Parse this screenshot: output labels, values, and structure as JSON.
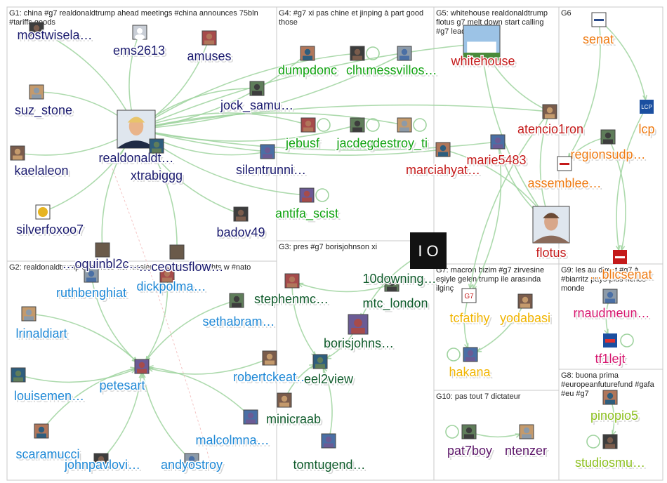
{
  "colors": {
    "G1": "#1a1a6e",
    "G2": "#1e88d6",
    "G3": "#0e5a2a",
    "G4": "#12a312",
    "G5": "#c41a1a",
    "G6": "#ee7a12",
    "G7": "#f0b400",
    "G8": "#8cbf1e",
    "G9": "#d6166e",
    "G10": "#5b1468",
    "edge": "#9fd39f",
    "frame": "#c9c9c9"
  },
  "groups": [
    {
      "id": "G1",
      "title_lines": [
        "G1: china #g7 realdonaldtrump ahead meetings #china announces 75bln",
        "#tariffs goods"
      ]
    },
    {
      "id": "G2",
      "title_lines": [
        "G2: realdonaldtrump continues act russian asset picking fights w #nato"
      ]
    },
    {
      "id": "G3",
      "title_lines": [
        "G3: pres #g7 borisjohnson xi"
      ]
    },
    {
      "id": "G4",
      "title_lines": [
        "G4: #g7 xi pas chine et jinping à part good",
        "those"
      ]
    },
    {
      "id": "G5",
      "title_lines": [
        "G5: whitehouse realdonaldtrump",
        "flotus g7 melt down start calling",
        "#g7 leaders"
      ]
    },
    {
      "id": "G6",
      "title_lines": [
        "G6"
      ]
    },
    {
      "id": "G7",
      "title_lines": [
        "G7: macron bizim #g7 zirvesine",
        "eşiyle gelen trump ile arasında",
        "ilginç"
      ]
    },
    {
      "id": "G8",
      "title_lines": [
        "G8: buona prima",
        "#europeanfuturefund #gafa",
        "#eu #g7"
      ]
    },
    {
      "id": "G9",
      "title_lines": [
        "G9: les au direct #g7 à",
        "#biarritz pays plus riches",
        "monde"
      ]
    },
    {
      "id": "G10",
      "title_lines": [
        "G10: pas tout 7 dictateur"
      ]
    }
  ],
  "nodes": [
    {
      "id": "mostwisela",
      "label": "mostwisela…",
      "group": "G1",
      "icon": "avatar-photo-icon"
    },
    {
      "id": "ems2613",
      "label": "ems2613",
      "group": "G1",
      "icon": "avatar-default-icon"
    },
    {
      "id": "amuses",
      "label": "amuses",
      "group": "G1",
      "icon": "avatar-photo-icon"
    },
    {
      "id": "jock_samu",
      "label": "jock_samu…",
      "group": "G1",
      "icon": "avatar-photo-icon"
    },
    {
      "id": "suz_stone",
      "label": "suz_stone",
      "group": "G1",
      "icon": "avatar-photo-icon"
    },
    {
      "id": "realdonaldt",
      "label": "realdonaldt…",
      "group": "G1",
      "icon": "trump-portrait-icon"
    },
    {
      "id": "xtrabiggg",
      "label": "xtrabiggg",
      "group": "G1",
      "icon": "avatar-photo-icon"
    },
    {
      "id": "kaelaleon",
      "label": "kaelaleon",
      "group": "G1",
      "icon": "avatar-photo-icon"
    },
    {
      "id": "silentrunni",
      "label": "silentrunni…",
      "group": "G1",
      "icon": "avatar-photo-icon"
    },
    {
      "id": "silverfoxoo7",
      "label": "silverfoxoo7",
      "group": "G1",
      "icon": "avatar-badge-icon"
    },
    {
      "id": "badov49",
      "label": "badov49",
      "group": "G1",
      "icon": "avatar-photo-icon"
    },
    {
      "id": "ruthbenghiat",
      "label": "ruthbenghiat",
      "group": "G2",
      "icon": "avatar-photo-icon"
    },
    {
      "id": "dickpolma",
      "label": "dickpolma…",
      "group": "G2",
      "icon": "avatar-photo-icon"
    },
    {
      "id": "sethabram",
      "label": "sethabram…",
      "group": "G2",
      "icon": "avatar-photo-icon"
    },
    {
      "id": "lrinaldiart",
      "label": "lrinaldiart",
      "group": "G2",
      "icon": "avatar-photo-icon"
    },
    {
      "id": "petesart",
      "label": "petesart",
      "group": "G2",
      "icon": "avatar-photo-icon"
    },
    {
      "id": "louisemen",
      "label": "louisemen…",
      "group": "G2",
      "icon": "avatar-photo-icon"
    },
    {
      "id": "robertckeat",
      "label": "robertckeat…",
      "group": "G2",
      "icon": "avatar-photo-icon"
    },
    {
      "id": "malcolmna",
      "label": "malcolmna…",
      "group": "G2",
      "icon": "avatar-photo-icon"
    },
    {
      "id": "scaramucci",
      "label": "scaramucci",
      "group": "G2",
      "icon": "avatar-photo-icon"
    },
    {
      "id": "johnpavlovi",
      "label": "johnpavlovi…",
      "group": "G2",
      "icon": "avatar-photo-icon"
    },
    {
      "id": "andyostroy",
      "label": "andyostroy",
      "group": "G2",
      "icon": "avatar-photo-icon"
    },
    {
      "id": "stephenmc",
      "label": "stephenmc…",
      "group": "G3",
      "icon": "avatar-photo-icon"
    },
    {
      "id": "mtc_london",
      "label": "mtc_london",
      "group": "G3",
      "icon": "avatar-photo-icon"
    },
    {
      "id": "10downing",
      "label": "10downing…",
      "group": "G3",
      "icon": "number10-door-icon"
    },
    {
      "id": "borisjohns",
      "label": "borisjohns…",
      "group": "G3",
      "icon": "avatar-photo-icon"
    },
    {
      "id": "eel2view",
      "label": "eel2view",
      "group": "G3",
      "icon": "avatar-photo-icon"
    },
    {
      "id": "minicraab",
      "label": "minicraab",
      "group": "G3",
      "icon": "avatar-photo-icon"
    },
    {
      "id": "tomtugend",
      "label": "tomtugend…",
      "group": "G3",
      "icon": "avatar-photo-icon"
    },
    {
      "id": "dumpdonc",
      "label": "dumpdonc",
      "group": "G4",
      "icon": "avatar-photo-icon"
    },
    {
      "id": "clhuc",
      "label": "clhuc",
      "group": "G4",
      "icon": "avatar-photo-icon"
    },
    {
      "id": "messvillos",
      "label": "messvillos…",
      "group": "G4",
      "icon": "avatar-photo-icon"
    },
    {
      "id": "jebusf",
      "label": "jebusf",
      "group": "G4",
      "icon": "avatar-photo-icon"
    },
    {
      "id": "jacdeg",
      "label": "jacdeg",
      "group": "G4",
      "icon": "avatar-photo-icon"
    },
    {
      "id": "destroy_ti",
      "label": "destroy_ti",
      "group": "G4",
      "icon": "avatar-photo-icon"
    },
    {
      "id": "antifa_scist",
      "label": "antifa_scist",
      "group": "G4",
      "icon": "avatar-photo-icon"
    },
    {
      "id": "whitehouse",
      "label": "whitehouse",
      "group": "G5",
      "icon": "whitehouse-icon"
    },
    {
      "id": "atencio1ron",
      "label": "atencio1ron",
      "group": "G5",
      "icon": "avatar-photo-icon"
    },
    {
      "id": "marie5483",
      "label": "marie5483",
      "group": "G5",
      "icon": "avatar-photo-icon"
    },
    {
      "id": "marciahyat",
      "label": "marciahyat…",
      "group": "G5",
      "icon": "avatar-photo-icon"
    },
    {
      "id": "flotus",
      "label": "flotus",
      "group": "G5",
      "icon": "flotus-portrait-icon"
    },
    {
      "id": "senat",
      "label": "senat",
      "group": "G6",
      "icon": "senat-logo-icon"
    },
    {
      "id": "lcp",
      "label": "lcp",
      "group": "G6",
      "icon": "lcp-logo-icon"
    },
    {
      "id": "regionsudp",
      "label": "regionsudp…",
      "group": "G6",
      "icon": "avatar-photo-icon"
    },
    {
      "id": "assemblee",
      "label": "assemblee…",
      "group": "G6",
      "icon": "assemblee-logo-icon"
    },
    {
      "id": "publicsenat",
      "label": "…blicsenat",
      "group": "G6",
      "icon": "publicsenat-logo-icon"
    },
    {
      "id": "tcfatihy",
      "label": "tcfatihy",
      "group": "G7",
      "icon": "g7-logo-icon"
    },
    {
      "id": "yodabasi",
      "label": "yodabasi",
      "group": "G7",
      "icon": "avatar-photo-icon"
    },
    {
      "id": "hakana",
      "label": "hakana",
      "group": "G7",
      "icon": "avatar-photo-icon"
    },
    {
      "id": "pinopio5",
      "label": "pinopio5",
      "group": "G8",
      "icon": "avatar-photo-icon"
    },
    {
      "id": "studiosmu",
      "label": "studiosmu…",
      "group": "G8",
      "icon": "avatar-photo-icon"
    },
    {
      "id": "rnaudmeun",
      "label": "rnaudmeun…",
      "group": "G9",
      "icon": "avatar-photo-icon"
    },
    {
      "id": "tf1lejt",
      "label": "tf1lejt",
      "group": "G9",
      "icon": "tf1-logo-icon"
    },
    {
      "id": "pat7boy",
      "label": "pat7boy",
      "group": "G10",
      "icon": "avatar-photo-icon"
    },
    {
      "id": "ntenzer",
      "label": "ntenzer",
      "group": "G10",
      "icon": "avatar-photo-icon"
    }
  ],
  "overlap_labels": [
    {
      "id": "overlap-g1-a",
      "label": "…oquinbl2c…",
      "group": "G1"
    },
    {
      "id": "overlap-g1-b",
      "label": "…ceotusflow…",
      "group": "G1"
    }
  ],
  "edges": [
    [
      "mostwisela",
      "realdonaldt"
    ],
    [
      "ems2613",
      "realdonaldt"
    ],
    [
      "amuses",
      "realdonaldt"
    ],
    [
      "jock_samu",
      "realdonaldt"
    ],
    [
      "suz_stone",
      "realdonaldt"
    ],
    [
      "kaelaleon",
      "realdonaldt"
    ],
    [
      "silentrunni",
      "realdonaldt"
    ],
    [
      "silverfoxoo7",
      "realdonaldt"
    ],
    [
      "badov49",
      "realdonaldt"
    ],
    [
      "xtrabiggg",
      "realdonaldt"
    ],
    [
      "overlap-g1-a",
      "realdonaldt"
    ],
    [
      "overlap-g1-b",
      "realdonaldt"
    ],
    [
      "dumpdonc",
      "realdonaldt"
    ],
    [
      "clhuc",
      "realdonaldt"
    ],
    [
      "messvillos",
      "realdonaldt"
    ],
    [
      "jebusf",
      "realdonaldt"
    ],
    [
      "jacdeg",
      "realdonaldt"
    ],
    [
      "destroy_ti",
      "realdonaldt"
    ],
    [
      "marie5483",
      "realdonaldt"
    ],
    [
      "atencio1ron",
      "realdonaldt"
    ],
    [
      "marciahyat",
      "realdonaldt"
    ],
    [
      "whitehouse",
      "realdonaldt"
    ],
    [
      "antifa_scist",
      "realdonaldt"
    ],
    [
      "ruthbenghiat",
      "petesart"
    ],
    [
      "dickpolma",
      "petesart"
    ],
    [
      "sethabram",
      "petesart"
    ],
    [
      "lrinaldiart",
      "petesart"
    ],
    [
      "louisemen",
      "petesart"
    ],
    [
      "robertckeat",
      "petesart"
    ],
    [
      "malcolmna",
      "petesart"
    ],
    [
      "scaramucci",
      "petesart"
    ],
    [
      "johnpavlovi",
      "petesart"
    ],
    [
      "andyostroy",
      "petesart"
    ],
    [
      "stephenmc",
      "eel2view"
    ],
    [
      "borisjohns",
      "eel2view"
    ],
    [
      "10downing",
      "borisjohns"
    ],
    [
      "minicraab",
      "eel2view"
    ],
    [
      "tomtugend",
      "eel2view"
    ],
    [
      "mtc_london",
      "stephenmc"
    ],
    [
      "atencio1ron",
      "flotus"
    ],
    [
      "atencio1ron",
      "whitehouse"
    ],
    [
      "marie5483",
      "flotus"
    ],
    [
      "marciahyat",
      "flotus"
    ],
    [
      "whitehouse",
      "flotus"
    ],
    [
      "marie5483",
      "tcfatihy"
    ],
    [
      "atencio1ron",
      "tcfatihy"
    ],
    [
      "senat",
      "lcp"
    ],
    [
      "regionsudp",
      "assemblee"
    ],
    [
      "senat",
      "assemblee"
    ],
    [
      "lcp",
      "publicsenat"
    ],
    [
      "regionsudp",
      "publicsenat"
    ],
    [
      "tcfatihy",
      "hakana"
    ],
    [
      "yodabasi",
      "hakana"
    ],
    [
      "rnaudmeun",
      "tf1lejt"
    ],
    [
      "pinopio5",
      "studiosmu"
    ],
    [
      "pat7boy",
      "ntenzer"
    ]
  ],
  "self_loops": [
    "jebusf",
    "jacdeg",
    "destroy_ti",
    "antifa_scist",
    "hakana",
    "tf1lejt",
    "studiosmu",
    "pat7boy",
    "clhuc"
  ]
}
